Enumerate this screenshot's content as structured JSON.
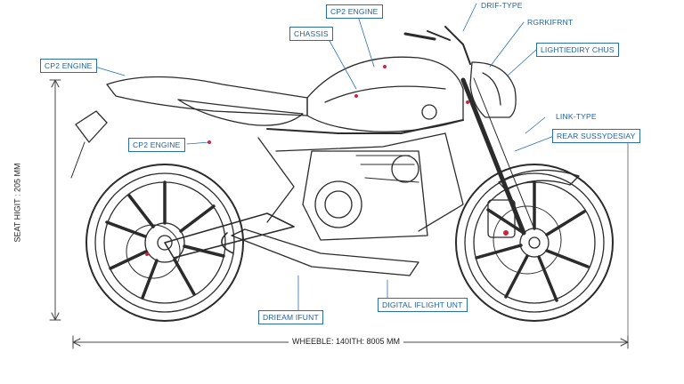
{
  "labels": {
    "cp2_engine_top": "CP2 ENGINE",
    "drive_type": "DRIF-TYPE",
    "chassis": "CHASSIS",
    "rear_front": "RGRKIFRNT",
    "cp2_engine_left": "CP2 ENGINE",
    "lightweight": "LIGHTIEDIRY CHUS",
    "link_type": "LINK-TYPE",
    "rear_suspension": "REAR SUSSYDESIAY",
    "cp2_engine_mid": "CP2 ENGINE",
    "exhaust_unit": "DRIEAM IFUNT",
    "digital_unit": "DIGITAL IFLIGHT UNT"
  },
  "dimensions": {
    "seat_height": "SEAT HIGIT : 205 MM",
    "wheelbase": "WHEEBLE: 140ITH: 8005 MM"
  },
  "colors": {
    "accent": "#2a6fb3",
    "line": "#2b2b2b",
    "marker": "#d0233a"
  }
}
